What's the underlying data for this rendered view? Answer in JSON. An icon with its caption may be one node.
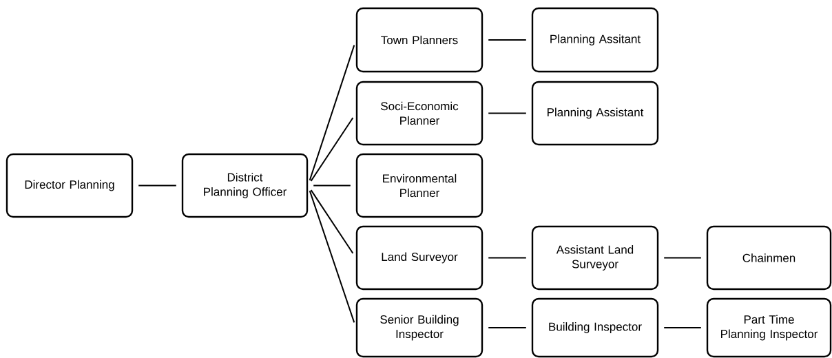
{
  "diagram": {
    "nodes": [
      {
        "text": [
          "Director Planning"
        ]
      },
      {
        "text": [
          "District Planning Officer"
        ]
      },
      {
        "text": [
          "Town Planners"
        ]
      },
      {
        "text": [
          "Planning Assitant"
        ]
      },
      {
        "text": [
          "Soci-Economic Planner"
        ]
      },
      {
        "text": [
          "Planning Assistant"
        ]
      },
      {
        "text": [
          "Environmental Planner"
        ]
      },
      {
        "text": [
          "Land Surveyor"
        ]
      },
      {
        "text": [
          "Assistant Land Surveyor"
        ]
      },
      {
        "text": [
          "Chainmen"
        ]
      },
      {
        "text": [
          "Senior Building Inspector"
        ]
      },
      {
        "text": [
          "Building Inspector"
        ]
      },
      {
        "text": [
          "Part Time Planning Inspector"
        ]
      }
    ],
    "edges": [
      {
        "from": 0,
        "to": 1,
        "arrow": "none"
      },
      {
        "from": 1,
        "to": 2,
        "arrow": "none"
      },
      {
        "from": 1,
        "to": 4,
        "arrow": "none"
      },
      {
        "from": 1,
        "to": 6,
        "arrow": "none"
      },
      {
        "from": 1,
        "to": 7,
        "arrow": "none"
      },
      {
        "from": 1,
        "to": 10,
        "arrow": "none"
      },
      {
        "from": 2,
        "to": 3,
        "arrow": "none"
      },
      {
        "from": 4,
        "to": 5,
        "arrow": "none"
      },
      {
        "from": 7,
        "to": 8,
        "arrow": "none"
      },
      {
        "from": 8,
        "to": 9,
        "arrow": "none"
      },
      {
        "from": 10,
        "to": 11,
        "arrow": "none"
      },
      {
        "from": 11,
        "to": 12,
        "arrow": "none"
      }
    ]
  }
}
